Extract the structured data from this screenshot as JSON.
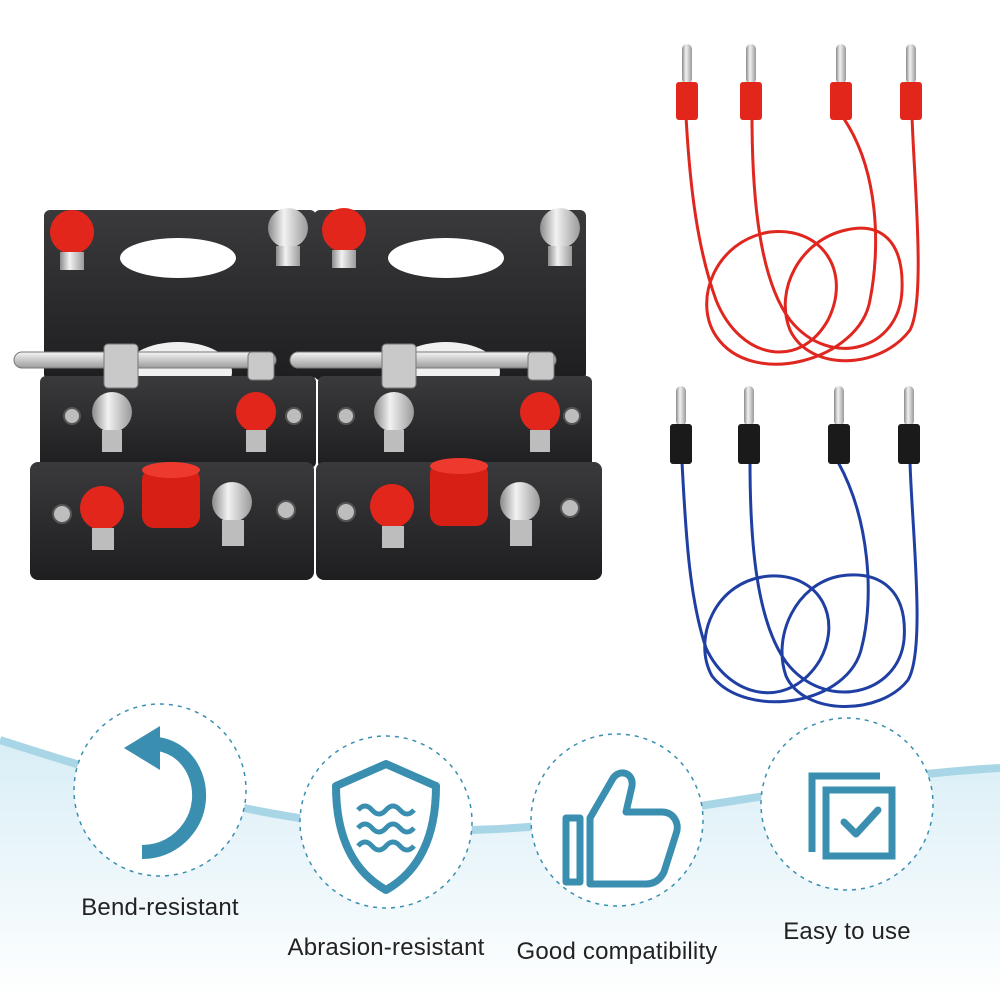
{
  "features": [
    {
      "label": "Bend-resistant",
      "icon": "bend-arrow-icon"
    },
    {
      "label": "Abrasion-resistant",
      "icon": "shield-wave-icon"
    },
    {
      "label": "Good compatibility",
      "icon": "thumbs-up-icon"
    },
    {
      "label": "Easy to use",
      "icon": "checkbox-copy-icon"
    }
  ],
  "colors": {
    "accent": "#3a8fb0",
    "band": "#cfe8f2",
    "board": "#2a2a2c",
    "terminal_red": "#e3261c",
    "wire_red": "#e0271f",
    "wire_blue": "#1f3fa3",
    "plug_black": "#1a1a1a"
  }
}
